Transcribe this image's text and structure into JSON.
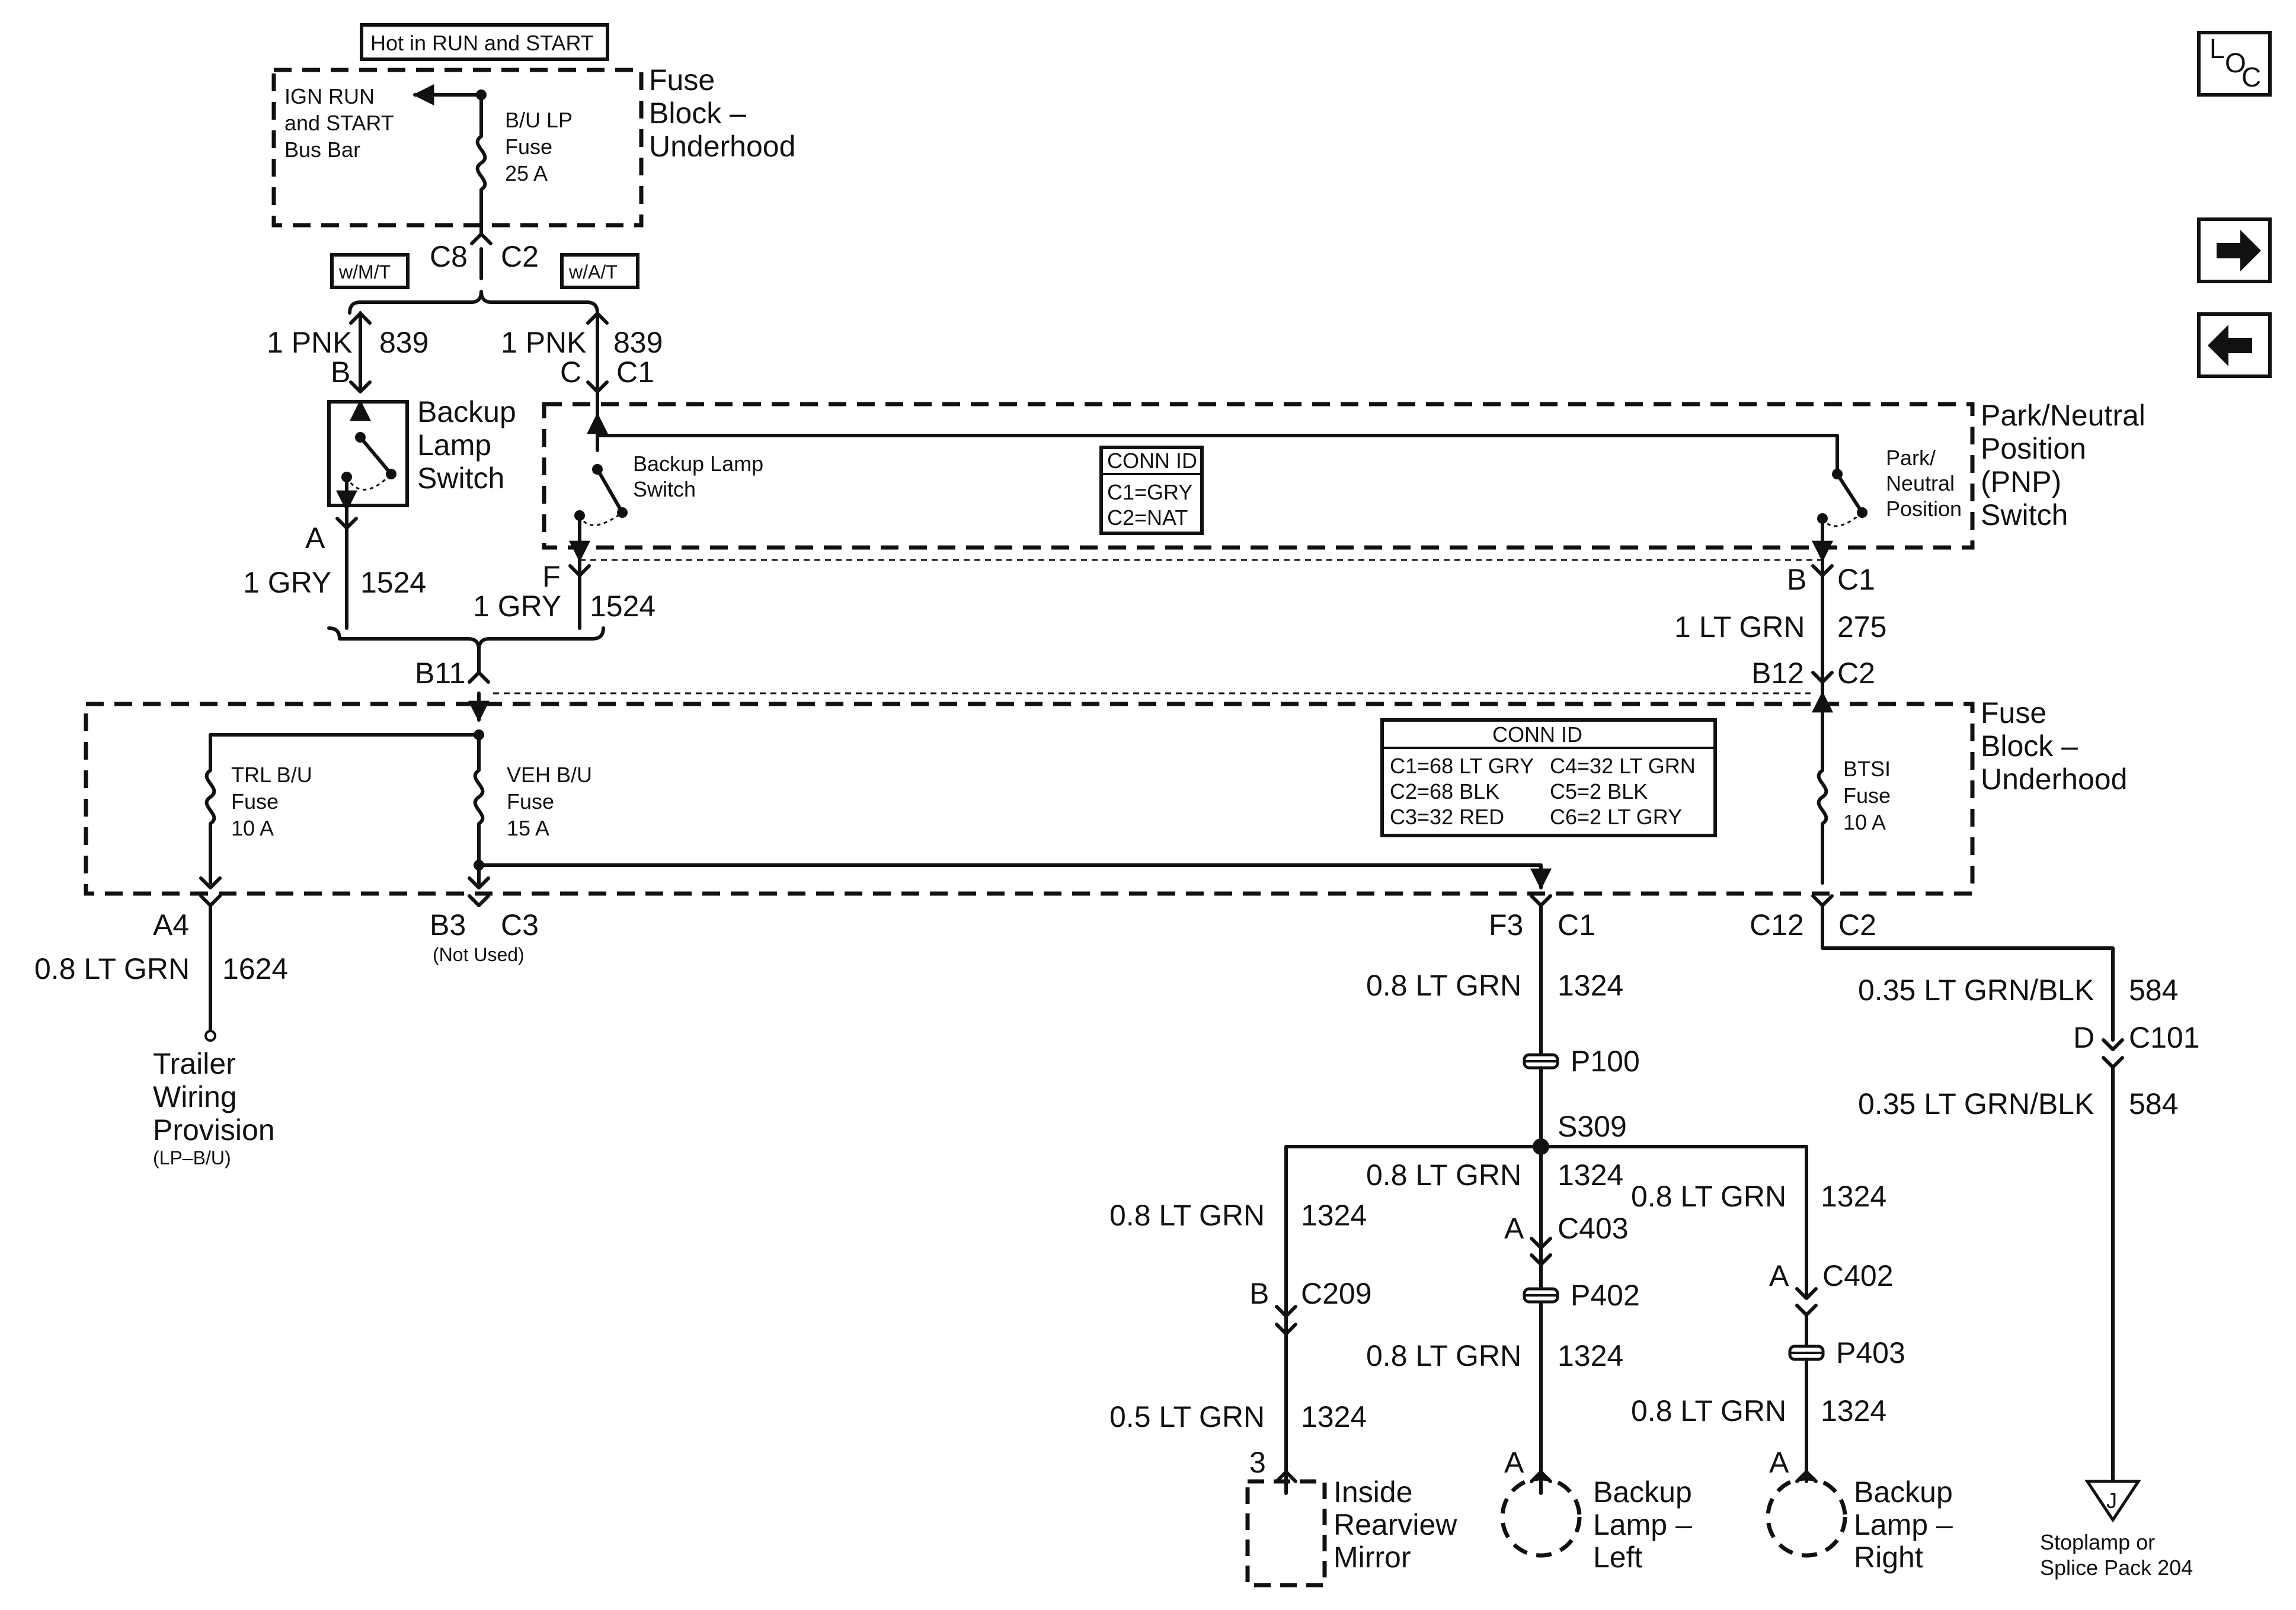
{
  "nav": {
    "loc_icon": "location-icon",
    "loc_l": "L",
    "loc_o": "O",
    "loc_c": "C",
    "next_icon": "arrow-right-icon",
    "prev_icon": "arrow-left-icon"
  },
  "top": {
    "hot_label": "Hot in RUN and START",
    "bus_bar": [
      "IGN RUN",
      "and START",
      "Bus Bar"
    ],
    "fuse_label": [
      "B/U LP",
      "Fuse",
      "25 A"
    ],
    "block_label": [
      "Fuse",
      "Block –",
      "Underhood"
    ],
    "conn_left": "C8",
    "conn_right": "C2",
    "mt_tag": "w/M/T",
    "at_tag": "w/A/T"
  },
  "left_branch": {
    "wire_top": "1 PNK",
    "circuit_top": "839",
    "pin_top": "B",
    "switch_label": [
      "Backup",
      "Lamp",
      "Switch"
    ],
    "pin_bottom": "A",
    "wire_bottom": "1 GRY",
    "circuit_bottom": "1524"
  },
  "pnp": {
    "wire_top": "1 PNK",
    "circuit_top": "839",
    "pin_top": "C",
    "conn_top": "C1",
    "block_label": [
      "Park/Neutral",
      "Position",
      "(PNP)",
      "Switch"
    ],
    "inner_backup": [
      "Backup Lamp",
      "Switch"
    ],
    "inner_pnp": [
      "Park/",
      "Neutral",
      "Position"
    ],
    "conn_id_title": "CONN ID",
    "conn_id_rows": [
      "C1=GRY",
      "C2=NAT"
    ],
    "pin_f": "F",
    "wire_f": "1 GRY",
    "circuit_f": "1524",
    "pin_b": "B",
    "conn_b": "C1",
    "wire_b": "1 LT GRN",
    "circuit_b": "275"
  },
  "lower_block": {
    "conn_b11": "B11",
    "conn_b12": "B12",
    "conn_b12_c": "C2",
    "block_label": [
      "Fuse",
      "Block –",
      "Underhood"
    ],
    "trl_fuse": [
      "TRL B/U",
      "Fuse",
      "10 A"
    ],
    "veh_fuse": [
      "VEH B/U",
      "Fuse",
      "15 A"
    ],
    "btsi_fuse": [
      "BTSI",
      "Fuse",
      "10 A"
    ],
    "conn_id_title": "CONN ID",
    "conn_id_rows": [
      [
        "C1=68 LT GRY",
        "C4=32 LT GRN"
      ],
      [
        "C2=68 BLK",
        "C5=2 BLK"
      ],
      [
        "C3=32 RED",
        "C6=2 LT GRY"
      ]
    ]
  },
  "outputs": {
    "a4": "A4",
    "trl_wire": "0.8 LT GRN",
    "trl_circuit": "1624",
    "trailer_label": [
      "Trailer",
      "Wiring",
      "Provision"
    ],
    "trailer_sub": "(LP–B/U)",
    "b3": "B3",
    "c3": "C3",
    "not_used": "(Not Used)",
    "f3": "F3",
    "c1": "C1",
    "main_wire": "0.8 LT GRN",
    "main_circuit": "1324",
    "p100": "P100",
    "s309": "S309",
    "c12": "C12",
    "c2": "C2",
    "btsi_wire": "0.35 LT GRN/BLK",
    "btsi_circuit": "584",
    "pin_d": "D",
    "c101": "C101",
    "btsi_wire2": "0.35 LT GRN/BLK",
    "btsi_circuit2": "584",
    "stoplamp_pin": "J",
    "stoplamp_label": [
      "Stoplamp or",
      "Splice Pack 204"
    ]
  },
  "mirror_branch": {
    "wire": "0.8 LT GRN",
    "circuit": "1324",
    "pin": "B",
    "conn": "C209",
    "wire2": "0.5 LT GRN",
    "circuit2": "1324",
    "pin2": "3",
    "label": [
      "Inside",
      "Rearview",
      "Mirror"
    ]
  },
  "left_lamp": {
    "wire": "0.8 LT GRN",
    "circuit": "1324",
    "pin": "A",
    "conn": "C403",
    "splice": "P402",
    "wire2": "0.8 LT GRN",
    "circuit2": "1324",
    "pin2": "A",
    "label": [
      "Backup",
      "Lamp –",
      "Left"
    ]
  },
  "right_lamp": {
    "wire": "0.8 LT GRN",
    "circuit": "1324",
    "pin": "A",
    "conn": "C402",
    "splice": "P403",
    "wire2": "0.8 LT GRN",
    "circuit2": "1324",
    "pin2": "A",
    "label": [
      "Backup",
      "Lamp –",
      "Right"
    ]
  }
}
